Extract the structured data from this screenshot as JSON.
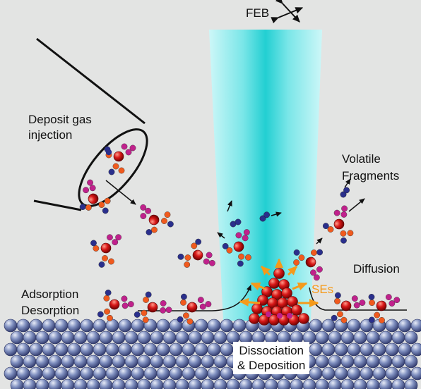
{
  "labels": {
    "feb": "FEB",
    "deposit_gas_1": "Deposit gas",
    "deposit_gas_2": "injection",
    "volatile_1": "Volatile",
    "volatile_2": "Fragments",
    "diffusion": "Diffusion",
    "adsorption": "Adsorption",
    "desorption": "Desorption",
    "ses": "SEs",
    "dissociation_1": "Dissociation",
    "dissociation_2": "& Deposition"
  },
  "colors": {
    "background": "#e3e4e3",
    "beam": "#3fd6d8",
    "metal_atom": "#d01010",
    "ligand_orange": "#f05a1e",
    "ligand_magenta": "#c0218c",
    "ligand_navy": "#2a2f8c",
    "substrate": "#5a6ca8",
    "secondary_electrons": "#f59a1a"
  }
}
